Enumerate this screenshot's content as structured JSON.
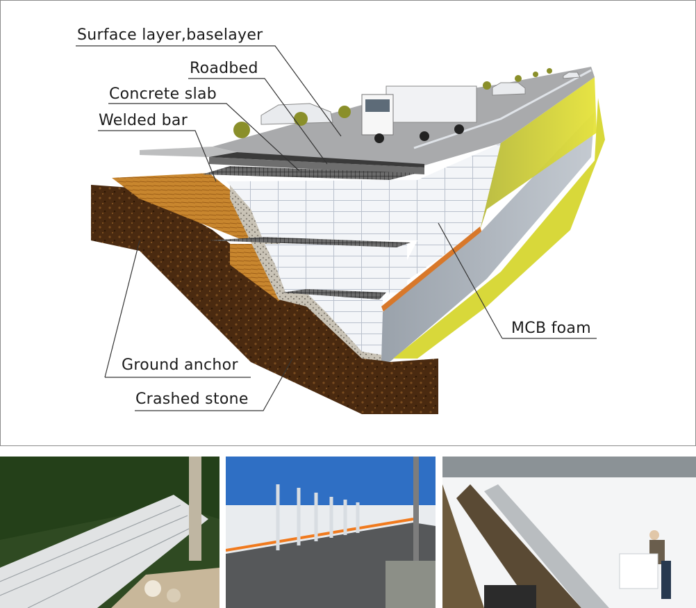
{
  "diagram": {
    "labels": {
      "surface_layer": "Surface layer,baselayer",
      "roadbed": "Roadbed",
      "concrete_slab": "Concrete slab",
      "welded_bar": "Welded bar",
      "mcb_foam": "MCB foam",
      "ground_anchor": "Ground anchor",
      "crashed_stone": "Crashed stone"
    }
  },
  "colors": {
    "soil": "#4a2a10",
    "wood": "#c8862e",
    "foam": "#f3f5f8",
    "road": "#a9aaac",
    "grass": "#d8d83a"
  }
}
